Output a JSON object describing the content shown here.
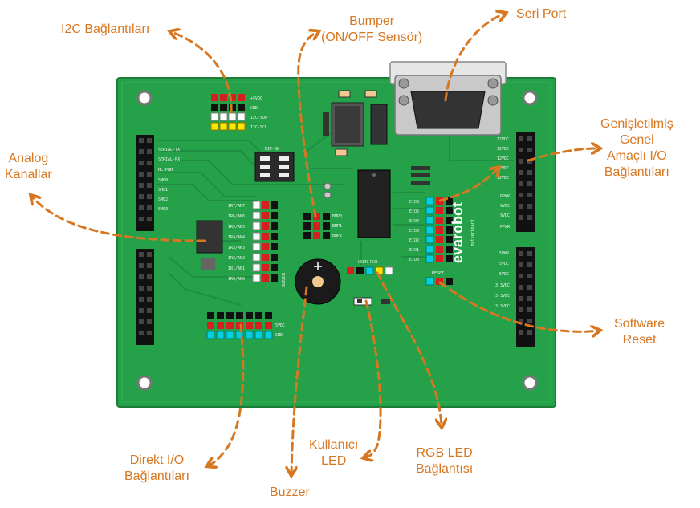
{
  "accent_color": "#d87722",
  "board_color": "#25a14a",
  "labels": {
    "i2c": "I2C Bağlantıları",
    "bumper": "Bumper\n(ON/OFF Sensör)",
    "serial": "Seri Port",
    "analog": "Analog\nKanallar",
    "gpio": "Genişletilmiş\nGenel\nAmaçlı I/O\nBağlantıları",
    "reset": "Software\nReset",
    "direct_io": "Direkt I/O\nBağlantıları",
    "buzzer": "Buzzer",
    "user_led": "Kullanıcı\nLED",
    "rgb_led": "RGB LED\nBağlantısı"
  },
  "silkscreen": {
    "brand": "evarobot",
    "brand_sub": "motherboard",
    "i2c_rows": [
      "+5VDC",
      "GND",
      "I2C-SDA",
      "I2C-SCL"
    ],
    "left_header": [
      "SERIAL-TX",
      "SERIAL-RX",
      "ML-PWM",
      "SM00",
      "SM01",
      "SM02",
      "SM03"
    ],
    "right_header": [
      "12VDC",
      "12VDC",
      "12VDC",
      "12VDC",
      "12VDC",
      "PPWR",
      "9VDC",
      "9VDC",
      "PPWR"
    ],
    "right_header2": [
      "5PWR",
      "5VDC",
      "5VDC",
      "3.3VDC",
      "3.3VDC",
      "3.3VDC"
    ],
    "ir_rows": [
      "IR7/AN7",
      "IR6/AN6",
      "IR5/AN5",
      "IR4/AN4",
      "IR3/AN3",
      "IR2/AN2",
      "IR1/AN1",
      "IR0/AN0"
    ],
    "io_rows": [
      "EIO8",
      "EIO5",
      "EIO4",
      "EIO3",
      "EIO2",
      "EIO1",
      "EIO0"
    ],
    "bmp_rows": [
      "BMP0",
      "BMP1",
      "BMP2"
    ],
    "user_rgb": "USER-RGB",
    "reset": "RESET",
    "dip": "DIP-SW",
    "buzzer": "BUZZER",
    "direct_rows": [
      "5VDC",
      "GND"
    ]
  }
}
